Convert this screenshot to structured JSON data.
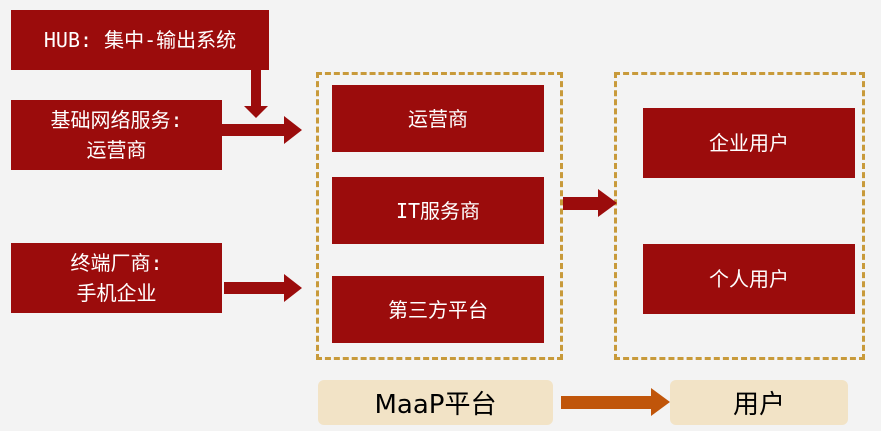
{
  "sources": {
    "hub": "HUB: 集中-输出系统",
    "network": "基础网络服务:\n运营商",
    "terminal": "终端厂商:\n手机企业"
  },
  "maap": {
    "items": [
      "运营商",
      "IT服务商",
      "第三方平台"
    ],
    "label": "MaaP平台"
  },
  "users": {
    "items": [
      "企业用户",
      "个人用户"
    ],
    "label": "用户"
  },
  "colors": {
    "box": "#9b0c0c",
    "dashed_border": "#c89a3a",
    "label_bg": "#f2e3c6",
    "bottom_arrow": "#c0550a"
  }
}
